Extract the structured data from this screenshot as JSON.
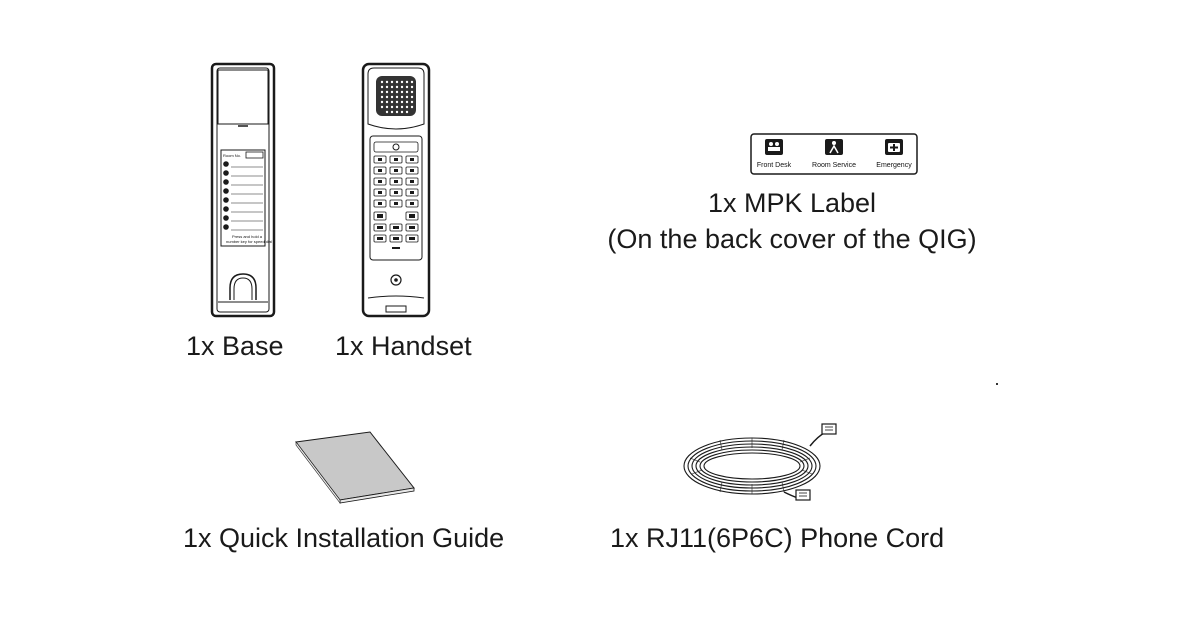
{
  "items": {
    "base": {
      "caption": "1x Base",
      "label_tab": "Room No.",
      "label_note_line1": "Press and hold a",
      "label_note_line2": "number key for speed dial"
    },
    "handset": {
      "caption": "1x Handset"
    },
    "mpk_label": {
      "caption_line1": "1x MPK Label",
      "caption_line2": "(On the back cover of the QIG)",
      "buttons": [
        "Front Desk",
        "Room Service",
        "Emergency"
      ]
    },
    "guide": {
      "caption": "1x Quick Installation Guide"
    },
    "cord": {
      "caption": "1x RJ11(6P6C) Phone Cord"
    }
  },
  "icons": [
    "front-desk-icon",
    "room-service-icon",
    "emergency-icon"
  ],
  "colors": {
    "line": "#1a1a1a",
    "paper": "#ffffff"
  }
}
